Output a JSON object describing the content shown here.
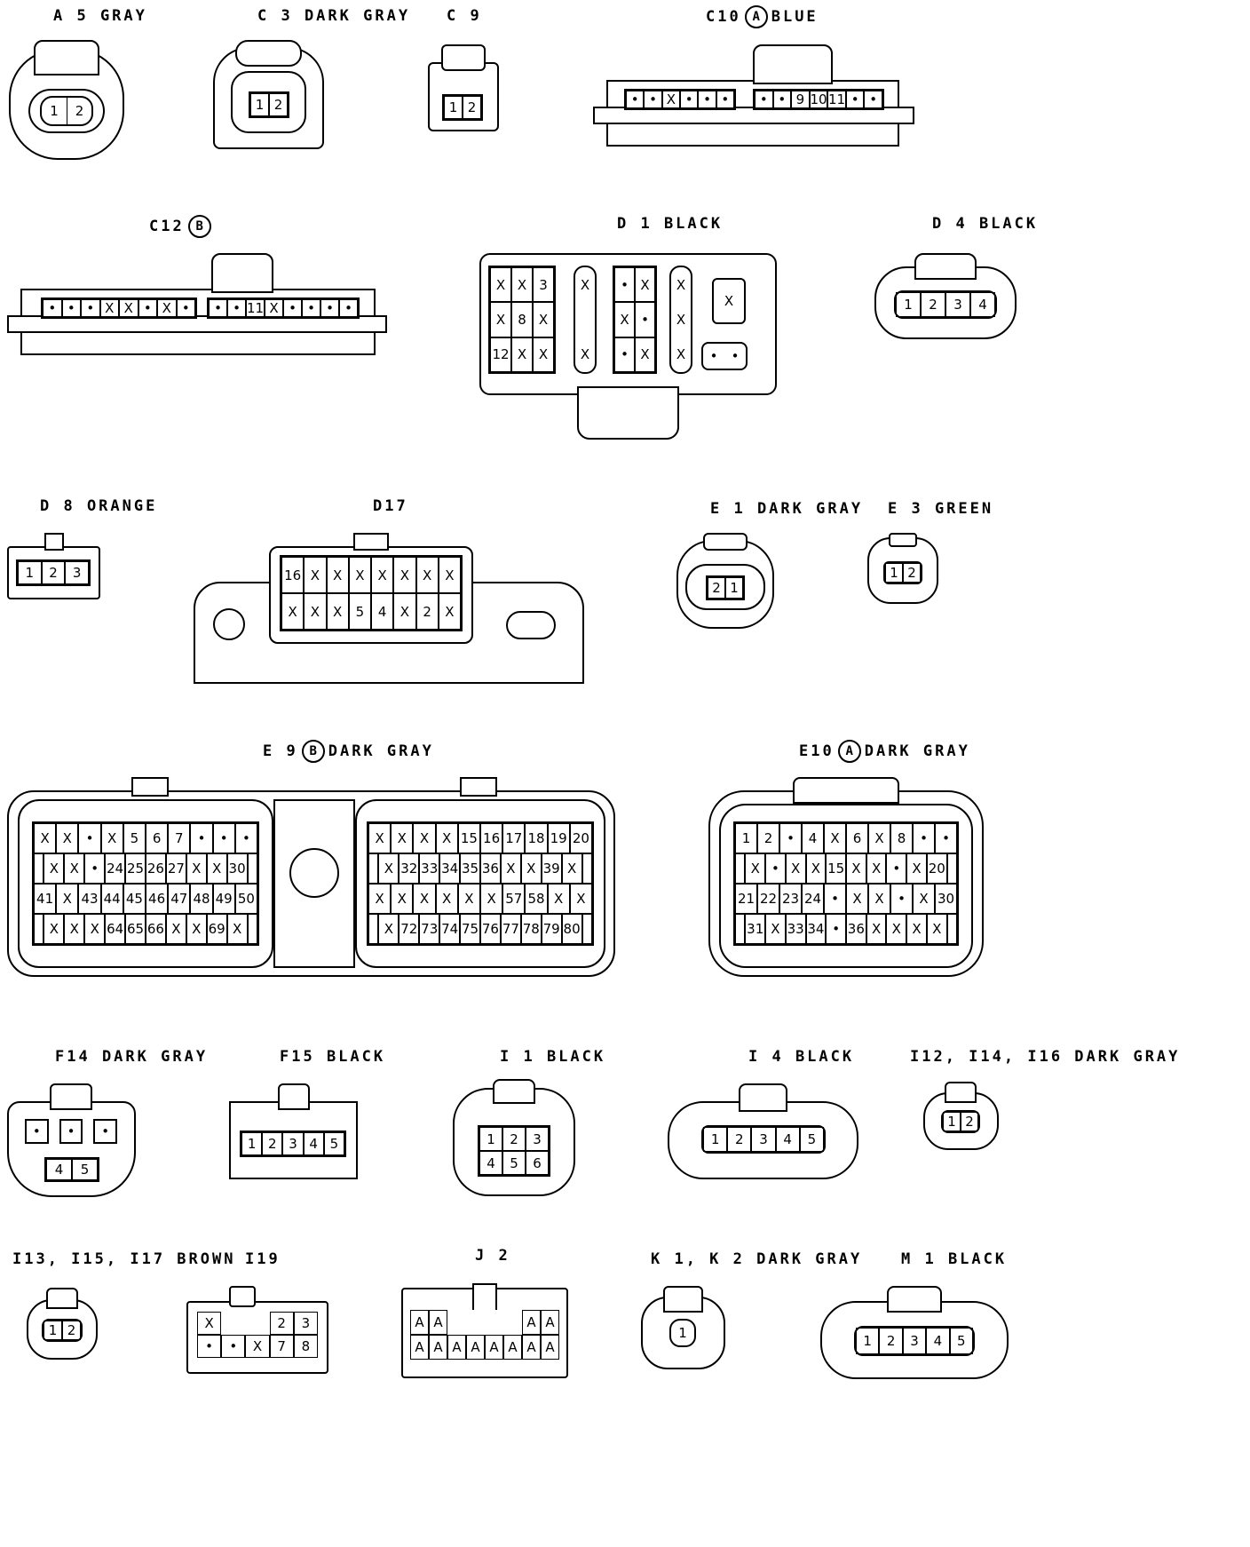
{
  "connectors": [
    {
      "id": "A5",
      "label": "A 5 GRAY",
      "pins": [
        [
          "1",
          "2"
        ]
      ]
    },
    {
      "id": "C3",
      "label": "C 3 DARK GRAY",
      "pins": [
        [
          "1",
          "2"
        ]
      ]
    },
    {
      "id": "C9",
      "label": "C 9",
      "pins": [
        [
          "1",
          "2"
        ]
      ]
    },
    {
      "id": "C10",
      "label_pre": "C10",
      "label_circle": "A",
      "label_post": "BLUE",
      "pins": [
        [
          "•",
          "•",
          "X",
          "•",
          "•",
          "•",
          " ",
          "•",
          "•",
          "9",
          "10",
          "11",
          "•",
          "•"
        ]
      ]
    },
    {
      "id": "C12",
      "label_pre": "C12",
      "label_circle": "B",
      "label_post": "",
      "pins": [
        [
          "•",
          "•",
          "•",
          "X",
          "X",
          "•",
          "X",
          "•",
          " ",
          "•",
          "•",
          "11",
          "X",
          "•",
          "•",
          "•",
          "•"
        ]
      ]
    },
    {
      "id": "D1",
      "label": "D 1 BLACK",
      "pins": [
        [
          "X",
          "X",
          "3",
          "",
          "X",
          "",
          "•",
          "X",
          "",
          "X"
        ],
        [
          "X",
          "8",
          "X",
          "",
          "",
          "",
          "X",
          "•",
          "",
          "X"
        ],
        [
          "12",
          "X",
          "X",
          "",
          "X",
          "",
          "•",
          "X",
          "",
          "X"
        ]
      ],
      "side_pins": [
        "X",
        "•",
        "•"
      ]
    },
    {
      "id": "D4",
      "label": "D 4 BLACK",
      "pins": [
        [
          "1",
          "2",
          "3",
          "4"
        ]
      ]
    },
    {
      "id": "D8",
      "label": "D 8 ORANGE",
      "pins": [
        [
          "1",
          "2",
          "3"
        ]
      ]
    },
    {
      "id": "D17",
      "label": "D17",
      "pins": [
        [
          "16",
          "X",
          "X",
          "X",
          "X",
          "X",
          "X",
          "X"
        ],
        [
          "X",
          "X",
          "X",
          "5",
          "4",
          "X",
          "2",
          "X"
        ]
      ]
    },
    {
      "id": "E1",
      "label": "E 1 DARK GRAY",
      "pins": [
        [
          "2",
          "1"
        ]
      ]
    },
    {
      "id": "E3",
      "label": "E 3 GREEN",
      "pins": [
        [
          "1",
          "2"
        ]
      ]
    },
    {
      "id": "E9L",
      "label_pre": "E 9",
      "label_circle": "B",
      "label_post": "DARK GRAY",
      "pins": [
        [
          "X",
          "X",
          "•",
          "X",
          "5",
          "6",
          "7",
          "•",
          "•",
          "•"
        ],
        [
          "",
          "X",
          "X",
          "•",
          "24",
          "25",
          "26",
          "27",
          "X",
          "X",
          "30"
        ],
        [
          "41",
          "X",
          "43",
          "44",
          "45",
          "46",
          "47",
          "48",
          "49",
          "50"
        ],
        [
          "",
          "X",
          "X",
          "X",
          "64",
          "65",
          "66",
          "X",
          "X",
          "69",
          "X"
        ]
      ]
    },
    {
      "id": "E9R",
      "pins": [
        [
          "X",
          "X",
          "X",
          "X",
          "15",
          "16",
          "17",
          "18",
          "19",
          "20"
        ],
        [
          "",
          "X",
          "32",
          "33",
          "34",
          "35",
          "36",
          "X",
          "X",
          "39",
          "X"
        ],
        [
          "X",
          "X",
          "X",
          "X",
          "X",
          "X",
          "57",
          "58",
          "X",
          "X"
        ],
        [
          "",
          "X",
          "72",
          "73",
          "74",
          "75",
          "76",
          "77",
          "78",
          "79",
          "80"
        ]
      ]
    },
    {
      "id": "E10",
      "label_pre": "E10",
      "label_circle": "A",
      "label_post": "DARK GRAY",
      "pins": [
        [
          "1",
          "2",
          "•",
          "4",
          "X",
          "6",
          "X",
          "8",
          "•",
          "•"
        ],
        [
          "",
          "X",
          "•",
          "X",
          "X",
          "15",
          "X",
          "X",
          "•",
          "X",
          "20"
        ],
        [
          "21",
          "22",
          "23",
          "24",
          "•",
          "X",
          "X",
          "•",
          "X",
          "30"
        ],
        [
          "",
          "31",
          "X",
          "33",
          "34",
          "•",
          "36",
          "X",
          "X",
          "X",
          "X"
        ]
      ]
    },
    {
      "id": "F14",
      "label": "F14 DARK GRAY",
      "pins": [
        [
          "•",
          "•",
          "•"
        ],
        [
          "4",
          "5"
        ]
      ]
    },
    {
      "id": "F15",
      "label": "F15 BLACK",
      "pins": [
        [
          "1",
          "2",
          "3",
          "4",
          "5"
        ]
      ]
    },
    {
      "id": "I1",
      "label": "I 1 BLACK",
      "pins": [
        [
          "1",
          "2",
          "3"
        ],
        [
          "4",
          "5",
          "6"
        ]
      ]
    },
    {
      "id": "I4",
      "label": "I 4 BLACK",
      "pins": [
        [
          "1",
          "2",
          "3",
          "4",
          "5"
        ]
      ]
    },
    {
      "id": "I12",
      "label": "I12, I14, I16 DARK GRAY",
      "pins": [
        [
          "1",
          "2"
        ]
      ]
    },
    {
      "id": "I13",
      "label": "I13, I15, I17 BROWN",
      "pins": [
        [
          "1",
          "2"
        ]
      ]
    },
    {
      "id": "I19",
      "label": "I19",
      "pins": [
        [
          "X",
          "",
          "",
          "2",
          "3"
        ],
        [
          "•",
          "•",
          "X",
          "7",
          "8"
        ]
      ]
    },
    {
      "id": "J2",
      "label": "J 2",
      "pins": [
        [
          "A",
          "A",
          "",
          "",
          "",
          "",
          "A",
          "A"
        ],
        [
          "A",
          "A",
          "A",
          "A",
          "A",
          "A",
          "A",
          "A"
        ]
      ]
    },
    {
      "id": "K1",
      "label": "K 1, K 2 DARK GRAY",
      "pins": [
        [
          "1"
        ]
      ]
    },
    {
      "id": "M1",
      "label": "M 1 BLACK",
      "pins": [
        [
          "1",
          "2",
          "3",
          "4",
          "5"
        ]
      ]
    }
  ]
}
